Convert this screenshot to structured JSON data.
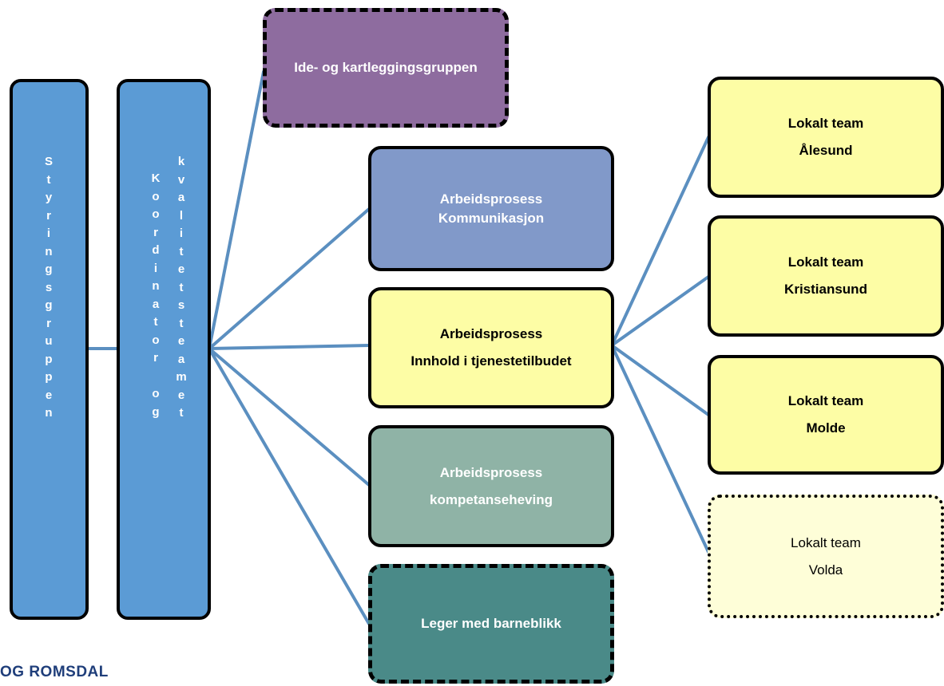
{
  "styringsgruppen": {
    "letters": [
      "S",
      "t",
      "y",
      "r",
      "i",
      "n",
      "g",
      "s",
      "g",
      "r",
      "u",
      "p",
      "p",
      "e",
      "n"
    ]
  },
  "koordinator": {
    "col1": [
      "K",
      "o",
      "o",
      "r",
      "d",
      "i",
      "n",
      "a",
      "t",
      "o",
      "r",
      "",
      "o",
      "g"
    ],
    "col2": [
      "k",
      "v",
      "a",
      "l",
      "i",
      "t",
      "e",
      "t",
      "s",
      "t",
      "e",
      "a",
      "m",
      "e",
      "t"
    ]
  },
  "boxes": {
    "ide": {
      "label": "Ide- og kartleggingsgruppen"
    },
    "kommunikasjon": {
      "line1": "Arbeidsprosess",
      "line2": "Kommunikasjon"
    },
    "innhold": {
      "line1": "Arbeidsprosess",
      "line2": "Innhold i tjenestetilbudet"
    },
    "kompetanse": {
      "line1": "Arbeidsprosess",
      "line2": "kompetanseheving"
    },
    "leger": {
      "label": "Leger med barneblikk"
    },
    "alesund": {
      "line1": "Lokalt team",
      "line2": "Ålesund"
    },
    "kristiansund": {
      "line1": "Lokalt team",
      "line2": "Kristiansund"
    },
    "molde": {
      "line1": "Lokalt team",
      "line2": "Molde"
    },
    "volda": {
      "line1": "Lokalt team",
      "line2": "Volda"
    }
  },
  "logo": {
    "text": "OG ROMSDAL"
  },
  "colors": {
    "blue": "#5b9bd5",
    "purple": "#8e6c9f",
    "periwinkle": "#8199c9",
    "yellow": "#fdfda5",
    "paleYellow": "#fefed8",
    "sage": "#8fb3a6",
    "teal": "#4a8a88",
    "connector": "#5b8fc0"
  }
}
